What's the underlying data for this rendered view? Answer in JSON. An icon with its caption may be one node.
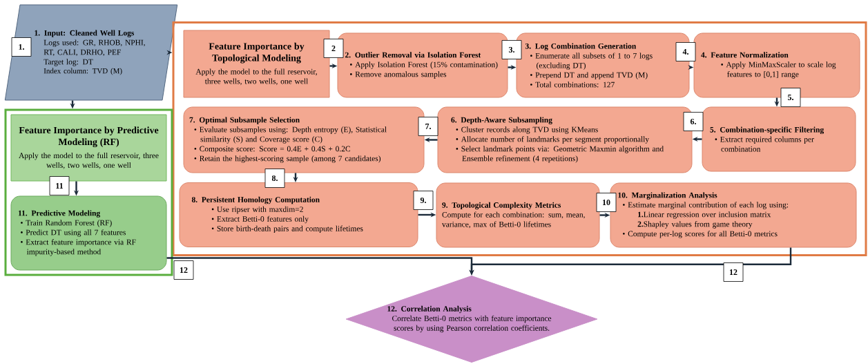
{
  "diagram": {
    "nodes": [
      {
        "text": [
          "1. Input: Cleaned Well Logs",
          "Logs used: GR, RHOB, NPHI, RT, CALI, DRHO, PEF",
          "Target log: DT",
          "Index column: TVD (M)"
        ]
      },
      {
        "text": [],
        "shape": "box"
      },
      {
        "text": [
          "Feature Importance by Topological Modeling",
          "Apply the model to the full reservoir, three wells, two wells, one well"
        ],
        "in": 1
      },
      {
        "text": [
          "2. Outlier Removal via Isolation Forest",
          "• Apply Isolation Forest (15% contamination)",
          "• Remove anomalous samples"
        ],
        "in": 1
      },
      {
        "text": [
          "3. Log Combination Generation",
          "• Enumerate all subsets of 1 to 7 logs (excluding DT)",
          "• Prepend DT and append TVD (M)",
          "• Total combinations: 127"
        ],
        "in": 1
      },
      {
        "text": [
          "4. Feature Normalization",
          "• Apply MinMaxScaler to scale log features to [0,1] range"
        ],
        "in": 1
      },
      {
        "text": [
          "7. Optimal Subsample Selection",
          "• Evaluate subsamples using: Depth entropy (E), Statistical similarity (S) and Coverage score (C)",
          "• Composite score: Score = 0.4E + 0.4S + 0.2C",
          "• Retain the highest-scoring sample (among 7 candidates)"
        ],
        "in": 1
      },
      {
        "text": [
          "6. Depth-Aware Subsampling",
          "• Cluster records along TVD using KMeans",
          "• Allocate number of landmarks per segment proportionally",
          "• Select landmark points via: Geometric Maxmin algorithm and Ensemble refinement (4 repetitions)"
        ],
        "in": 1
      },
      {
        "text": [
          "5. Combination-specific Filtering",
          "• Extract required columns per combination"
        ],
        "in": 1
      },
      {
        "text": [
          "8. Persistent Homology Computation",
          "• Use ripser with maxdim=2",
          "• Extract Betti-0 features only",
          "• Store birth-death pairs and compute lifetimes"
        ],
        "in": 1
      },
      {
        "text": [
          "9. Topological Complexity Metrics",
          "Compute for each combination: sum, mean, variance, max of Betti-0 lifetimes"
        ],
        "in": 1
      },
      {
        "text": [
          "10. Marginalization Analysis",
          "• Estimate marginal contribution of each log using:",
          "**1.**Linear regression over inclusion matrix",
          "**2.**Shapley values from game theory",
          "• Compute per-log scores for all Betti-0 metrics"
        ],
        "in": 1
      },
      {
        "text": [],
        "shape": "box"
      },
      {
        "text": [
          "Feature Importance by Predictive Modeling (RF)",
          "Apply the model to the full reservoir, three wells, two wells, one well"
        ],
        "in": 12
      },
      {
        "text": [
          "11. Predictive Modeling",
          "• Train Random Forest (RF)",
          "• Predict DT using all 7 features",
          "• Extract feature importance via RF impurity-based method"
        ],
        "in": 12
      },
      {
        "text": [
          "12. Correlation Analysis",
          "Correlate Betti-0 metrics with feature importance scores by using Pearson correlation coefficients."
        ]
      }
    ],
    "edges": [
      {
        "from": 0,
        "to": 1,
        "arrow": "to"
      },
      {
        "from": 0,
        "to": 12,
        "arrow": "to"
      },
      {
        "from": 2,
        "to": 3,
        "arrow": "to",
        "label": "2"
      },
      {
        "from": 3,
        "to": 4,
        "arrow": "to",
        "label": "3."
      },
      {
        "from": 4,
        "to": 5,
        "arrow": "to",
        "label": "4."
      },
      {
        "from": 5,
        "to": 8,
        "arrow": "to",
        "label": "5."
      },
      {
        "from": 8,
        "to": 7,
        "arrow": "to",
        "label": "6."
      },
      {
        "from": 7,
        "to": 6,
        "arrow": "to",
        "label": "7."
      },
      {
        "from": 6,
        "to": 9,
        "arrow": "to",
        "label": "8."
      },
      {
        "from": 9,
        "to": 10,
        "arrow": "to",
        "label": "9."
      },
      {
        "from": 10,
        "to": 11,
        "arrow": "to",
        "label": "10"
      },
      {
        "from": 13,
        "to": 14,
        "arrow": "to",
        "label": "11"
      },
      {
        "from": 14,
        "to": 15,
        "arrow": "to",
        "label": "12"
      },
      {
        "from": 11,
        "to": 15,
        "arrow": "to",
        "label": "12"
      }
    ],
    "labels": [
      "1."
    ]
  }
}
